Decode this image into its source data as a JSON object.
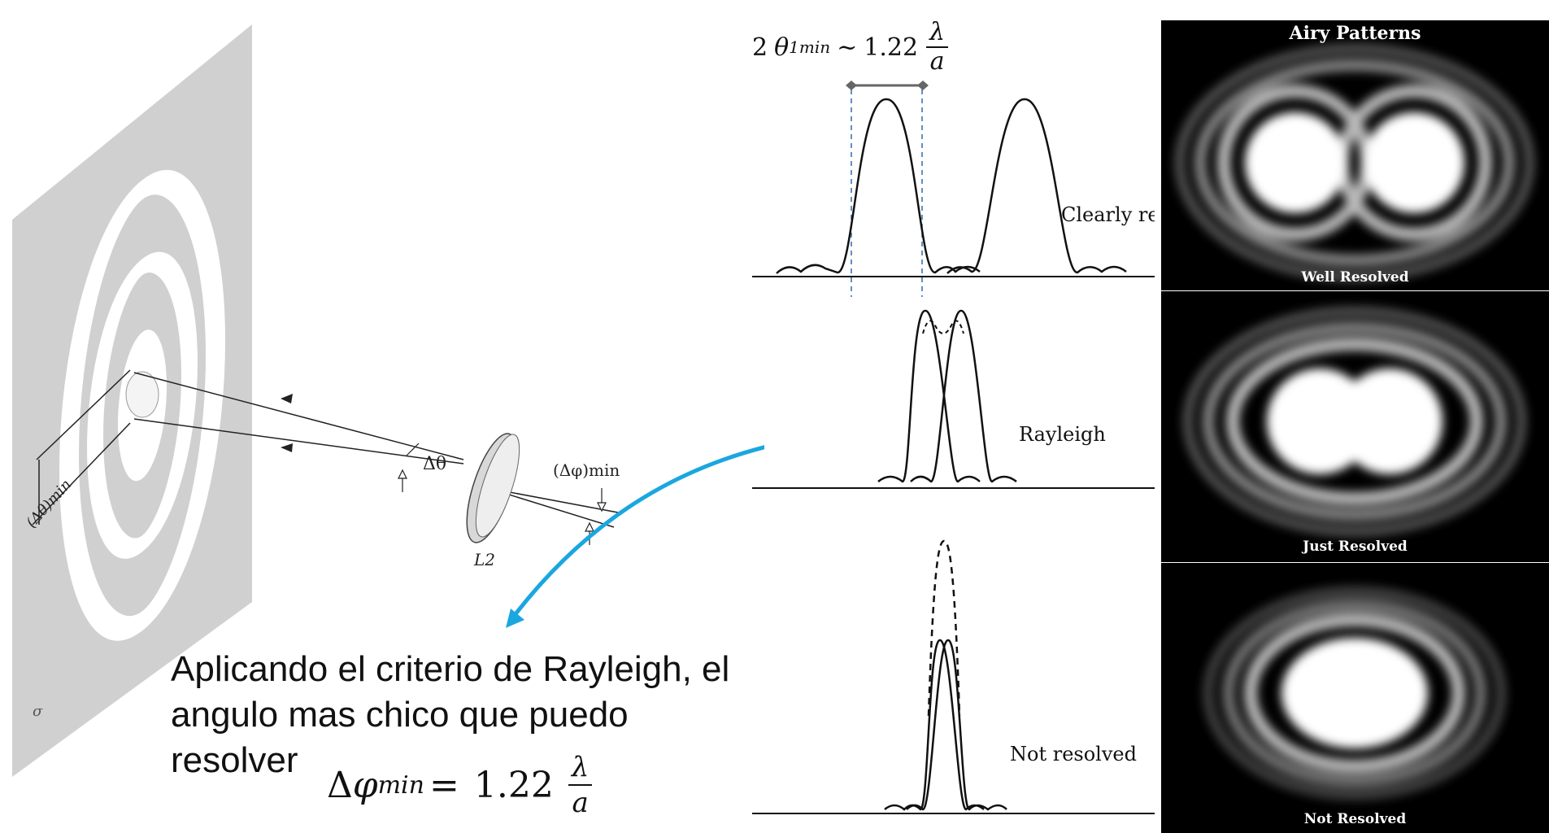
{
  "formula_top": {
    "coef": "2",
    "theta": "θ",
    "sub": "1min",
    "tilde": "~",
    "value": "1.22",
    "num": "λ",
    "den": "a"
  },
  "left_diagram": {
    "delta_theta_min_label": "(Δθ)min",
    "delta_theta_label": "Δθ",
    "delta_phi_min_label": "(Δφ)min",
    "lens_label": "L2",
    "sigma_label": "σ"
  },
  "profiles": {
    "clearly_label": "Clearly res",
    "rayleigh_label": "Rayleigh",
    "not_resolved_label": "Not resolved"
  },
  "caption": {
    "text": "Aplicando el criterio de Rayleigh, el angulo mas chico que puedo resolver",
    "formula": {
      "delta": "Δ",
      "phi": "φ",
      "sub": "min",
      "eq": "=",
      "value": "1.22",
      "num": "λ",
      "den": "a"
    }
  },
  "airy": {
    "title": "Airy Patterns",
    "panels": [
      "Well Resolved",
      "Just Resolved",
      "Not Resolved"
    ]
  },
  "colors": {
    "arrow": "#1aa7e0",
    "dashed_lines": "#2b6cb0",
    "panel_bg": "#000000"
  }
}
